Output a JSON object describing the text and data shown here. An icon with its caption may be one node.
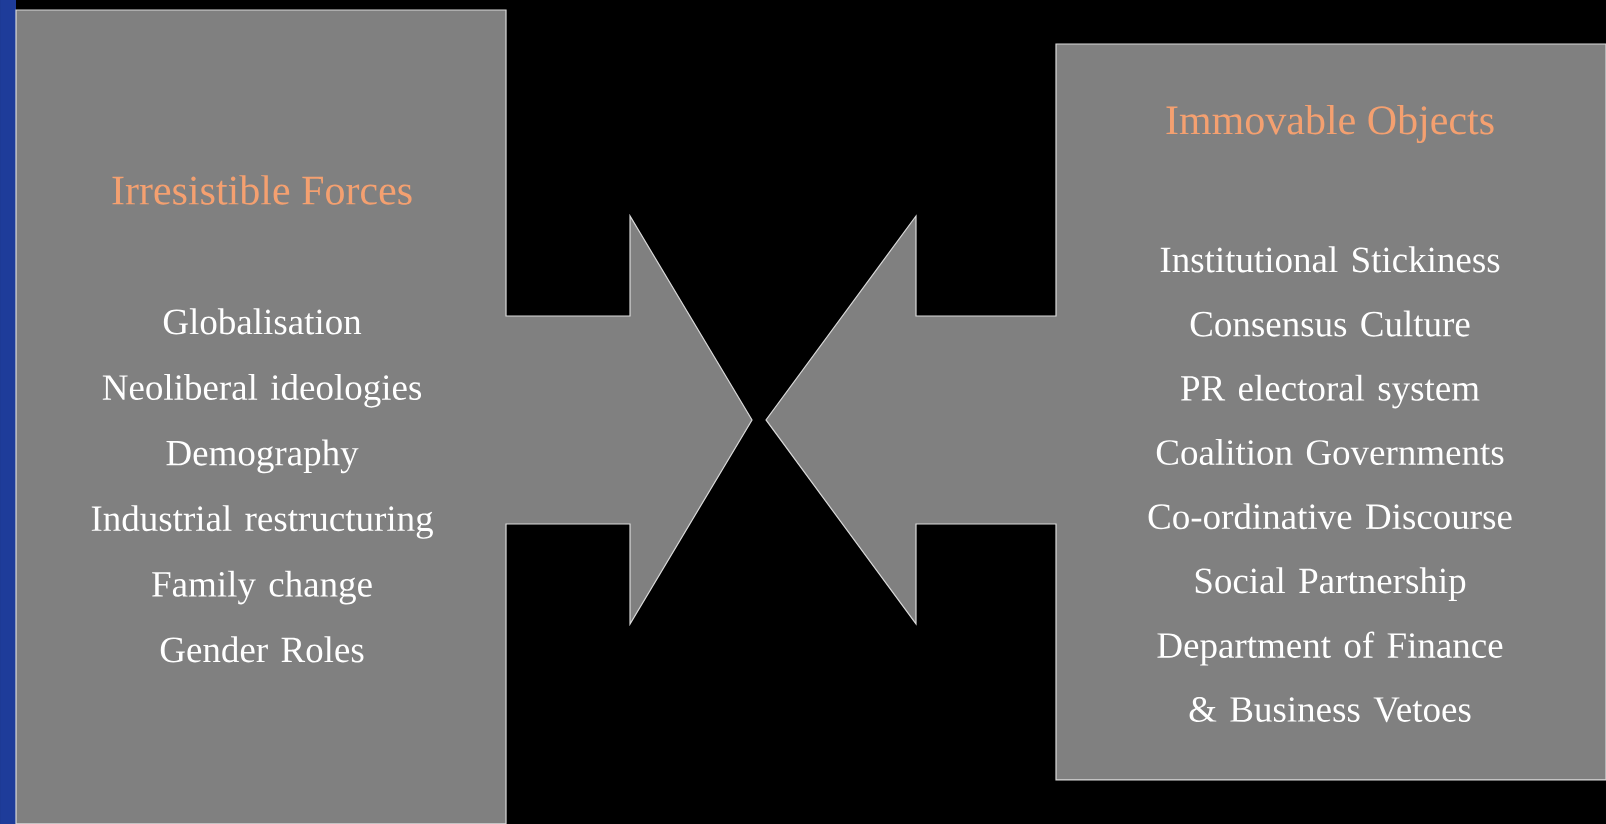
{
  "diagram": {
    "nodes": [
      {
        "text": [
          "Irresistible Forces",
          "Globalisation",
          "Neoliberal ideologies",
          "Demography",
          "Industrial restructuring",
          "Family change",
          "Gender Roles"
        ]
      },
      {
        "text": [
          "Immovable Objects",
          "Institutional Stickiness",
          "Consensus Culture",
          "PR electoral system",
          "Coalition Governments",
          "Co-ordinative Discourse",
          "Social Partnership",
          "Department of Finance & Business Vetoes"
        ]
      }
    ]
  }
}
